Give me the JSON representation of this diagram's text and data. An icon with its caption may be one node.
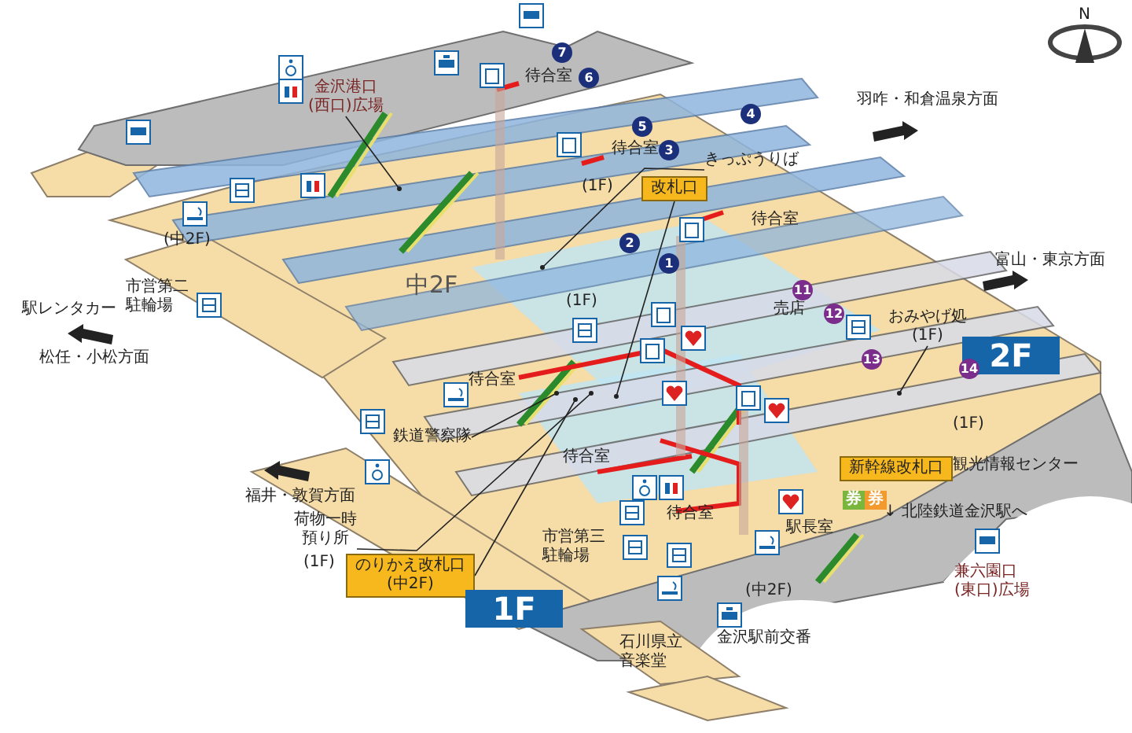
{
  "diagram": {
    "nodes": [
      {
        "text": [
          "きっぷうりば"
        ]
      },
      {
        "text": [
          "改札口"
        ]
      },
      {
        "text": [
          "金沢港口(西口)広場"
        ]
      },
      {
        "text": [
          "おみやげ処",
          "(1F)"
        ]
      },
      {
        "text": [
          "荷物一時預り所"
        ]
      },
      {
        "text": [
          "のりかえ改札口",
          "(中2F)"
        ]
      },
      {
        "text": [
          "鉄道警察隊"
        ]
      },
      {
        "text": [
          "新幹線改札口"
        ]
      },
      {
        "text": [
          "2F"
        ]
      },
      {
        "text": [
          "1F"
        ]
      }
    ],
    "edges": [
      {
        "from": 0,
        "to": null,
        "arrow": "other"
      },
      {
        "from": 1,
        "to": null,
        "arrow": "other"
      },
      {
        "from": 2,
        "to": null,
        "arrow": "other"
      },
      {
        "from": 3,
        "to": null,
        "arrow": "other"
      },
      {
        "from": 4,
        "to": null,
        "arrow": "other"
      },
      {
        "from": 5,
        "to": null,
        "arrow": "other"
      },
      {
        "from": 6,
        "to": null,
        "arrow": "other"
      }
    ],
    "labels": [
      "N",
      "7",
      "6",
      "5",
      "4",
      "3",
      "2",
      "1",
      "11",
      "12",
      "13",
      "14",
      "待合室",
      "待合室",
      "(1F)",
      "待合室",
      "羽咋・和倉温泉方面",
      "(中2F)",
      "中2F",
      "駅レンタカー",
      "市営第二駐輪場",
      "(1F)",
      "売店",
      "富山・東京方面",
      "松任・小松方面",
      "待合室",
      "待合室",
      "(1F)",
      "観光情報センター",
      "券",
      "券",
      "福井・敦賀方面",
      "(1F)",
      "市営第三駐輪場",
      "待合室",
      "駅長室",
      "↓ 北陸鉄道金沢駅へ",
      "兼六園口(東口)広場",
      "(中2F)",
      "石川県立音楽堂",
      "金沢駅前交番"
    ]
  }
}
